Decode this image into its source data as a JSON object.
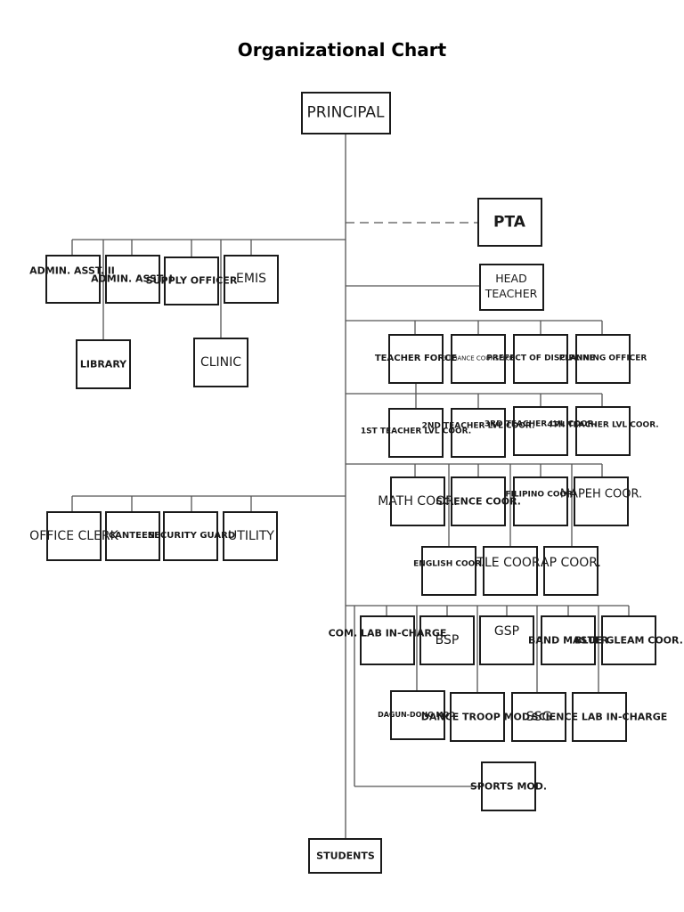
{
  "title": "Organizational Chart",
  "nodes": {
    "principal": "PRINCIPAL",
    "pta": "PTA",
    "head_teacher_line1": "HEAD",
    "head_teacher_line2": "TEACHER",
    "admin_asst_ii": "ADMIN. ASST. II",
    "admin_asst_i": "ADMIN. ASST. I",
    "supply_officer": "SUPPLY OFFICER",
    "emis": "EMIS",
    "library": "LIBRARY",
    "clinic": "CLINIC",
    "office_clerk": "OFFICE CLERK",
    "canteen": "CANTEEN",
    "security_guard": "SECURITY GUARD",
    "utility": "UTILITY",
    "teacher_force": "TEACHER FORCE",
    "guidance_counselor": "GUIDANCE COUNSELOR",
    "prefect_of_discipline": "PREFECT OF DISCIPLINE",
    "planning_officer": "PLANNING OFFICER",
    "teacher_lvl_1": "1ST TEACHER LVL COOR.",
    "teacher_lvl_2": "2ND TEACHER LVL COOR.",
    "teacher_lvl_3": "3RD TEACHER LVL COOR.",
    "teacher_lvl_4": "4TH TEACHER LVL COOR.",
    "math_coor": "MATH COOR.",
    "science_coor": "SCIENCE COOR.",
    "filipino_coor": "FILIPINO COOR.",
    "mapeh_coor": "MAPEH COOR.",
    "english_coor": "ENGLISH COOR.",
    "tle_coor": "TLE COOR.",
    "ap_coor": "AP COOR.",
    "com_lab": "COM. LAB IN-CHARGE",
    "bsp": "BSP",
    "gsp": "GSP",
    "band_master": "BAND MASTER",
    "blue_gleam": "BLUE GLEAM COOR.",
    "dagun_dong": "DAGUN-DONG MOD.",
    "dance_troop": "DANCE TROOP MOD.",
    "ssg": "SSG",
    "science_lab": "SCIENCE LAB IN-CHARGE",
    "sports_mod": "SPORTS MOD.",
    "students": "STUDENTS"
  }
}
